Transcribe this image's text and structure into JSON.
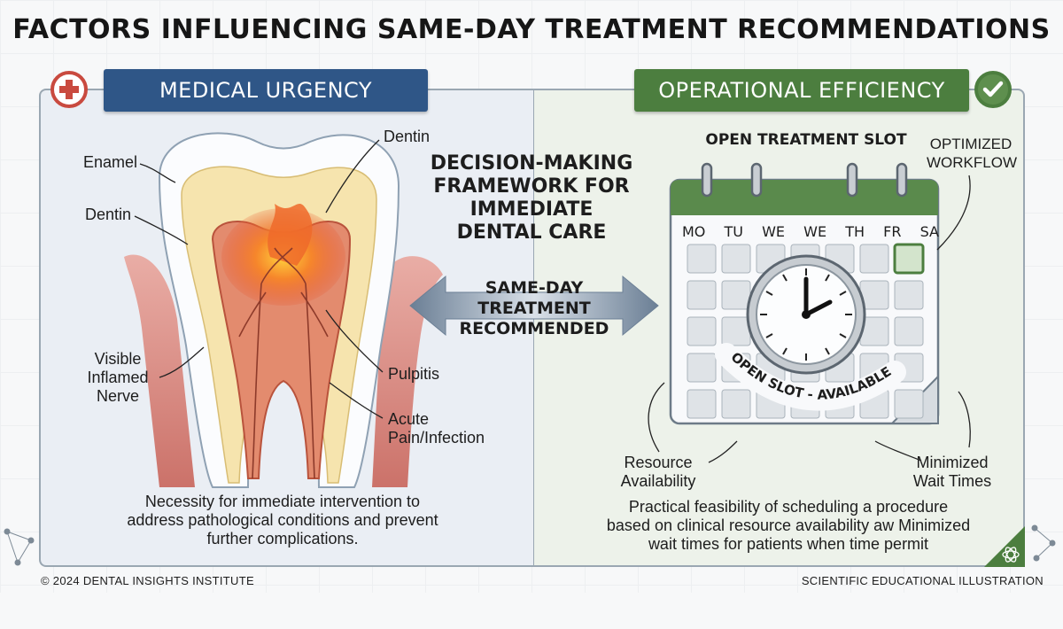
{
  "title": "FACTORS INFLUENCING SAME-DAY TREATMENT RECOMMENDATIONS",
  "left_panel": {
    "banner": "MEDICAL URGENCY",
    "icon": "medical-cross-icon",
    "labels": {
      "enamel": "Enamel",
      "dentin_left": "Dentin",
      "dentin_top": "Dentin",
      "nerve": [
        "Visible",
        "Inflamed",
        "Nerve"
      ],
      "pulpitis": "Pulpitis",
      "acute": [
        "Acute",
        "Pain/Infection"
      ]
    },
    "caption": [
      "Necessity for immediate intervention to",
      "address pathological conditions and prevent",
      "further complications."
    ]
  },
  "center": {
    "framework": [
      "DECISION-MAKING",
      "FRAMEWORK FOR",
      "IMMEDIATE",
      "DENTAL CARE"
    ],
    "recommend": [
      "SAME-DAY",
      "TREATMENT",
      "RECOMMENDED"
    ]
  },
  "right_panel": {
    "banner": "OPERATIONAL EFFICIENCY",
    "icon": "checkmark-icon",
    "slot_title": "OPEN TREATMENT SLOT",
    "optimized": [
      "OPTIMIZED",
      "WORKFLOW"
    ],
    "days": [
      "MO",
      "TU",
      "WE",
      "WE",
      "TH",
      "FR",
      "SA"
    ],
    "badge": "OPEN SLOT - AVAILABLE NOW",
    "resource": [
      "Resource",
      "Availability"
    ],
    "minimized": [
      "Minimized",
      "Wait Times"
    ],
    "caption": [
      "Practical feasibility of scheduling a procedure",
      "based on clinical resource availability aw Minimized",
      "wait times for patients when time permit"
    ]
  },
  "footer": {
    "left": "© 2024 DENTAL INSIGHTS INSTITUTE",
    "right": "SCIENTIFIC EDUCATIONAL ILLUSTRATION"
  },
  "colors": {
    "urgency_blue": "#2f5687",
    "efficiency_green": "#4c7e3f",
    "inflammation": "#e8542a",
    "gum": "#d98a80"
  }
}
